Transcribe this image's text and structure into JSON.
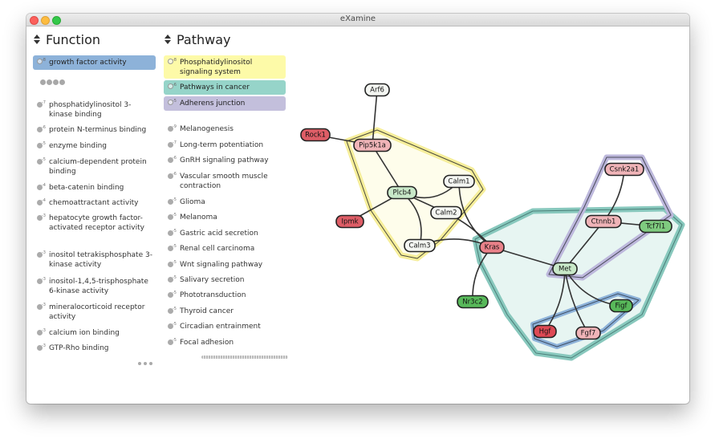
{
  "window": {
    "title": "eXamine"
  },
  "function": {
    "header": "Function",
    "selected": [
      {
        "label": "growth factor activity",
        "exp": "-8",
        "color": "#8db2d9"
      }
    ],
    "items": [
      {
        "label": "phosphatidylinositol 3-kinase binding",
        "exp": "-7"
      },
      {
        "label": "protein N-terminus binding",
        "exp": "-6"
      },
      {
        "label": "enzyme binding",
        "exp": "-5"
      },
      {
        "label": "calcium-dependent protein binding",
        "exp": "-5"
      },
      {
        "label": "beta-catenin binding",
        "exp": "-4"
      },
      {
        "label": "chemoattractant activity",
        "exp": "-4"
      },
      {
        "label": "hepatocyte growth factor-activated receptor activity",
        "exp": "-3"
      },
      {
        "label": "inositol tetrakisphosphate 3-kinase activity",
        "exp": "-3"
      },
      {
        "label": "inositol-1,4,5-trisphosphate 6-kinase activity",
        "exp": "-3"
      },
      {
        "label": "mineralocorticoid receptor activity",
        "exp": "-3"
      },
      {
        "label": "calcium ion binding",
        "exp": "-3"
      },
      {
        "label": "GTP-Rho binding",
        "exp": "-3"
      }
    ]
  },
  "pathway": {
    "header": "Pathway",
    "selected": [
      {
        "label": "Phosphatidylinositol signaling system",
        "exp": "-8",
        "color": "#fdfaa8"
      },
      {
        "label": "Pathways in cancer",
        "exp": "-6",
        "color": "#96d4c9"
      },
      {
        "label": "Adherens junction",
        "exp": "-5",
        "color": "#c3bfdc"
      }
    ],
    "items": [
      {
        "label": "Melanogenesis",
        "exp": "-9"
      },
      {
        "label": "Long-term potentiation",
        "exp": "-7"
      },
      {
        "label": "GnRH signaling pathway",
        "exp": "-6"
      },
      {
        "label": "Vascular smooth muscle contraction",
        "exp": "-6"
      },
      {
        "label": "Glioma",
        "exp": "-5"
      },
      {
        "label": "Melanoma",
        "exp": "-5"
      },
      {
        "label": "Gastric acid secretion",
        "exp": "-5"
      },
      {
        "label": "Renal cell carcinoma",
        "exp": "-5"
      },
      {
        "label": "Wnt signaling pathway",
        "exp": "-5"
      },
      {
        "label": "Salivary secretion",
        "exp": "-5"
      },
      {
        "label": "Phototransduction",
        "exp": "-5"
      },
      {
        "label": "Thyroid cancer",
        "exp": "-5"
      },
      {
        "label": "Circadian entrainment",
        "exp": "-5"
      },
      {
        "label": "Focal adhesion",
        "exp": "-5"
      }
    ]
  },
  "network": {
    "colors": {
      "up_strong": "#de5d66",
      "up_light": "#f0b4b8",
      "neutral": "#f4f6f2",
      "down": "#58b95a",
      "down_light": "#c8e8c8"
    },
    "nodes": [
      {
        "id": "Arf6",
        "label": "Arf6",
        "color": "#f4f6f2"
      },
      {
        "id": "Rock1",
        "label": "Rock1",
        "color": "#de5d66"
      },
      {
        "id": "Pip5k1a",
        "label": "Pip5k1a",
        "color": "#f0b4b8"
      },
      {
        "id": "Calm1",
        "label": "Calm1",
        "color": "#f4f6f2"
      },
      {
        "id": "Plcb4",
        "label": "Plcb4",
        "color": "#c8e8c8"
      },
      {
        "id": "Calm2",
        "label": "Calm2",
        "color": "#f4f6f2"
      },
      {
        "id": "Ipmk",
        "label": "Ipmk",
        "color": "#de5d66"
      },
      {
        "id": "Calm3",
        "label": "Calm3",
        "color": "#f4f6f2"
      },
      {
        "id": "Kras",
        "label": "Kras",
        "color": "#e98189"
      },
      {
        "id": "Nr3c2",
        "label": "Nr3c2",
        "color": "#58b95a"
      },
      {
        "id": "Csnk2a1",
        "label": "Csnk2a1",
        "color": "#f0b4b8"
      },
      {
        "id": "Ctnnb1",
        "label": "Ctnnb1",
        "color": "#f0b4b8"
      },
      {
        "id": "Tcf7l1",
        "label": "Tcf7l1",
        "color": "#7fcb7f"
      },
      {
        "id": "Met",
        "label": "Met",
        "color": "#c8e8c8"
      },
      {
        "id": "Figf",
        "label": "Figf",
        "color": "#58b95a"
      },
      {
        "id": "Hgf",
        "label": "Hgf",
        "color": "#de4a55"
      },
      {
        "id": "Fgf7",
        "label": "Fgf7",
        "color": "#f0b4b8"
      }
    ],
    "edges": [
      [
        "Arf6",
        "Pip5k1a"
      ],
      [
        "Rock1",
        "Pip5k1a"
      ],
      [
        "Pip5k1a",
        "Plcb4"
      ],
      [
        "Plcb4",
        "Calm1"
      ],
      [
        "Plcb4",
        "Calm2"
      ],
      [
        "Plcb4",
        "Calm3"
      ],
      [
        "Plcb4",
        "Ipmk"
      ],
      [
        "Calm1",
        "Kras"
      ],
      [
        "Calm2",
        "Kras"
      ],
      [
        "Calm3",
        "Kras"
      ],
      [
        "Kras",
        "Nr3c2"
      ],
      [
        "Kras",
        "Met"
      ],
      [
        "Csnk2a1",
        "Ctnnb1"
      ],
      [
        "Ctnnb1",
        "Tcf7l1"
      ],
      [
        "Ctnnb1",
        "Met"
      ],
      [
        "Met",
        "Figf"
      ],
      [
        "Met",
        "Hgf"
      ],
      [
        "Met",
        "Fgf7"
      ]
    ]
  }
}
